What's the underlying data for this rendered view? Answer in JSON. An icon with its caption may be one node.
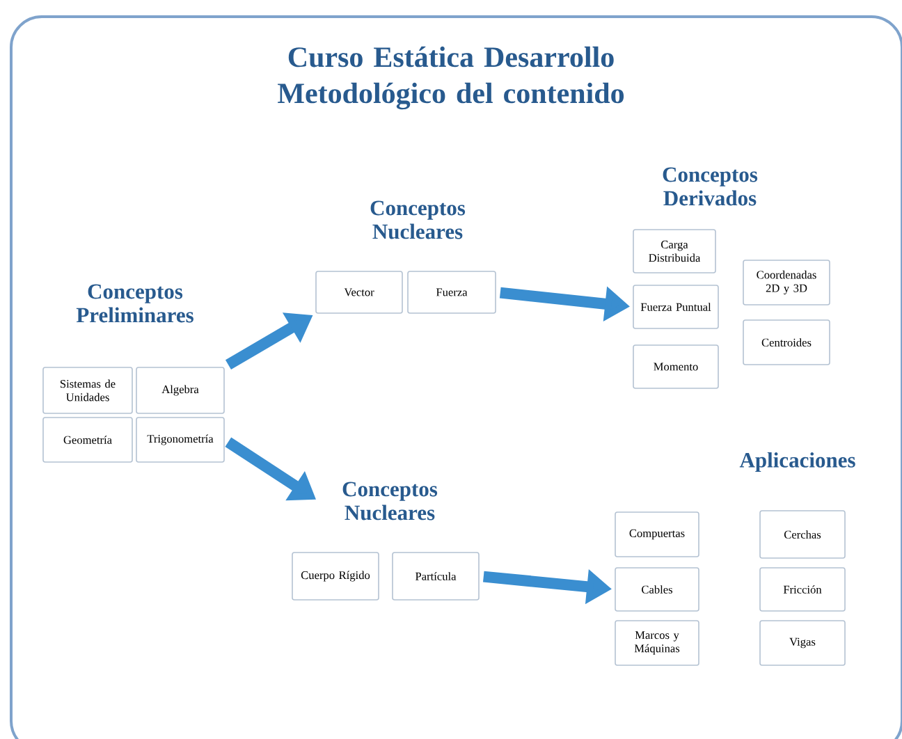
{
  "diagram": {
    "title": "Curso Estática Desarrollo Metodológico del contenido",
    "nodes": [
      {
        "text": [
          "Conceptos Preliminares"
        ]
      },
      {
        "text": [
          "Sistemas de Unidades"
        ]
      },
      {
        "text": [
          "Algebra"
        ]
      },
      {
        "text": [
          "Geometría"
        ]
      },
      {
        "text": [
          "Trigonometría"
        ]
      },
      {
        "text": [
          "Conceptos Nucleares"
        ]
      },
      {
        "text": [
          "Vector"
        ]
      },
      {
        "text": [
          "Fuerza"
        ]
      },
      {
        "text": [
          "Conceptos Derivados"
        ]
      },
      {
        "text": [
          "Carga Distribuida"
        ]
      },
      {
        "text": [
          "Fuerza Puntual"
        ]
      },
      {
        "text": [
          "Momento"
        ]
      },
      {
        "text": [
          "Coordenadas 2D y 3D"
        ]
      },
      {
        "text": [
          "Centroides"
        ]
      },
      {
        "text": [
          "Conceptos Nucleares"
        ]
      },
      {
        "text": [
          "Cuerpo Rígido"
        ]
      },
      {
        "text": [
          "Partícula"
        ]
      },
      {
        "text": [
          "Aplicaciones"
        ]
      },
      {
        "text": [
          "Compuertas"
        ]
      },
      {
        "text": [
          "Cables"
        ]
      },
      {
        "text": [
          "Marcos y Máquinas"
        ]
      },
      {
        "text": [
          "Cerchas"
        ]
      },
      {
        "text": [
          "Fricción"
        ]
      },
      {
        "text": [
          "Vigas"
        ]
      }
    ],
    "edges": [
      {
        "from": 2,
        "to": 6,
        "arrow": "to"
      },
      {
        "from": 4,
        "to": 14,
        "arrow": "to"
      },
      {
        "from": 7,
        "to": 10,
        "arrow": "to"
      },
      {
        "from": 16,
        "to": 19,
        "arrow": "to"
      }
    ]
  }
}
